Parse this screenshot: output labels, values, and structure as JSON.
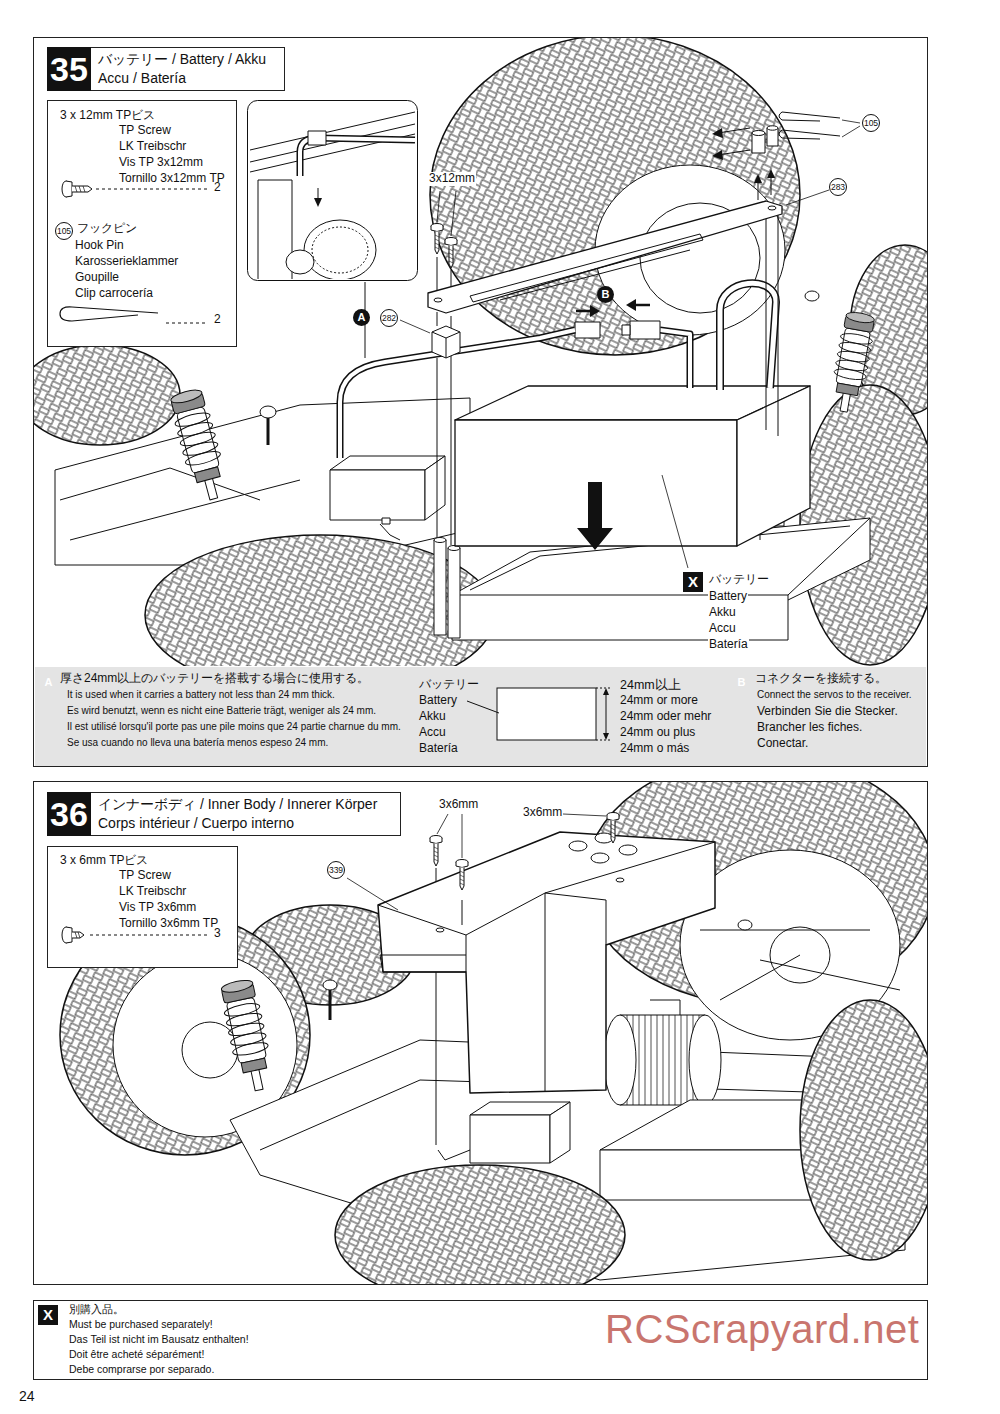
{
  "diagram": {
    "nodes": [
      {
        "text": [
          "35",
          "バッテリー / Battery / Akku",
          "Accu / Batería"
        ]
      },
      {
        "text": [
          "3 x 12mm TPビス",
          "TP Screw",
          "LK Treibschr",
          "Vis TP 3x12mm",
          "Tornillo 3x12mm TP",
          "2",
          "105",
          "フックピン",
          "Hook Pin",
          "Karosserieklammer",
          "Goupille",
          "Clip carrocería",
          "2"
        ]
      },
      {
        "text": [
          "A",
          "厚さ24mm以上のバッテリーを搭載する場合に使用する。",
          "It is used when it carries a battery not less than 24 mm thick.",
          "Es wird benutzt, wenn es nicht eine Batterie trägt, weniger als 24 mm.",
          "Il est utilisé lorsqu'il porte pas une pile moins que 24 partie charnue du mm.",
          "Se usa cuando no lleva una batería menos espeso 24 mm.",
          "バッテリー",
          "Battery",
          "Akku",
          "Accu",
          "Batería",
          "24mm以上",
          "24mm or more",
          "24mm oder mehr",
          "24mm ou plus",
          "24mm o más",
          "B",
          "コネクターを接続する。",
          "Connect the servos to the receiver.",
          "Verbinden Sie die Stecker.",
          "Brancher les fiches.",
          "Conectar."
        ]
      },
      {
        "text": [
          "36",
          "インナーボディ / Inner Body / Innerer Körper",
          "Corps intérieur / Cuerpo interno"
        ]
      },
      {
        "text": [
          "3 x 6mm TPビス",
          "TP Screw",
          "LK Treibschr",
          "Vis TP 3x6mm",
          "Tornillo 3x6mm TP",
          "3"
        ]
      },
      {
        "text": [
          "X",
          "別購入品。",
          "Must be purchased separately!",
          "Das Teil ist nicht im Bausatz enthalten!",
          "Doit être acheté séparément!",
          "Debe comprarse por separado."
        ]
      }
    ],
    "labels": [
      "3x12mm",
      "105",
      "283",
      "A",
      "282",
      "B",
      "X",
      "バッテリー",
      "Battery",
      "Akku",
      "Accu",
      "Batería",
      "3x6mm",
      "3x6mm",
      "339",
      "RCScrapyard.net",
      "24"
    ]
  }
}
